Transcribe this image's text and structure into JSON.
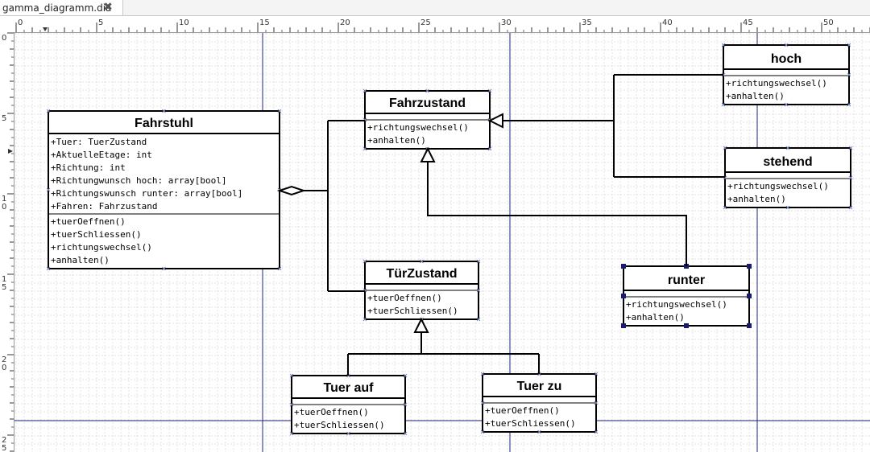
{
  "tab": {
    "title": "gamma_diagramm.dia",
    "close_icon": "close-icon"
  },
  "ruler": {
    "h_labels": [
      "0",
      "5",
      "10",
      "15",
      "20",
      "25",
      "30",
      "35",
      "40",
      "45",
      "50"
    ],
    "v_labels": [
      "0",
      "5",
      "1\n0",
      "1\n5",
      "2\n0",
      "2\n5"
    ]
  },
  "classes": [
    {
      "id": "fahrstuhl",
      "name": "Fahrstuhl",
      "attributes": [
        "+Tuer: TuerZustand",
        "+AktuelleEtage: int",
        "+Richtung: int",
        "+Richtungwunsch hoch: array[bool]",
        "+Richtungswunsch runter: array[bool]",
        "+Fahren: Fahrzustand"
      ],
      "operations": [
        "+tuerOeffnen()",
        "+tuerSchliessen()",
        "+richtungswechsel()",
        "+anhalten()"
      ]
    },
    {
      "id": "fahrzustand",
      "name": "Fahrzustand",
      "attributes": [],
      "operations": [
        "+richtungswechsel()",
        "+anhalten()"
      ]
    },
    {
      "id": "tuerzustand",
      "name": "TürZustand",
      "attributes": [],
      "operations": [
        "+tuerOeffnen()",
        "+tuerSchliessen()"
      ]
    },
    {
      "id": "hoch",
      "name": "hoch",
      "attributes": [],
      "operations": [
        "+richtungswechsel()",
        "+anhalten()"
      ]
    },
    {
      "id": "stehend",
      "name": "stehend",
      "attributes": [],
      "operations": [
        "+richtungswechsel()",
        "+anhalten()"
      ]
    },
    {
      "id": "runter",
      "name": "runter",
      "attributes": [],
      "operations": [
        "+richtungswechsel()",
        "+anhalten()"
      ],
      "selected": true
    },
    {
      "id": "tuer-auf",
      "name": "Tuer auf",
      "attributes": [],
      "operations": [
        "+tuerOeffnen()",
        "+tuerSchliessen()"
      ]
    },
    {
      "id": "tuer-zu",
      "name": "Tuer zu",
      "attributes": [],
      "operations": [
        "+tuerOeffnen()",
        "+tuerSchliessen()"
      ]
    }
  ],
  "relations": [
    {
      "type": "aggregation",
      "from": "fahrstuhl",
      "to": "fahrzustand"
    },
    {
      "type": "aggregation",
      "from": "fahrstuhl",
      "to": "tuerzustand"
    },
    {
      "type": "generalization",
      "from": "hoch",
      "to": "fahrzustand"
    },
    {
      "type": "generalization",
      "from": "stehend",
      "to": "fahrzustand"
    },
    {
      "type": "generalization",
      "from": "runter",
      "to": "fahrzustand"
    },
    {
      "type": "generalization",
      "from": "tuer-auf",
      "to": "tuerzustand"
    },
    {
      "type": "generalization",
      "from": "tuer-zu",
      "to": "tuerzustand"
    }
  ],
  "colors": {
    "selection": "#1a1a6e",
    "guide": "#1a237e",
    "grid": "#c8c8c8"
  }
}
